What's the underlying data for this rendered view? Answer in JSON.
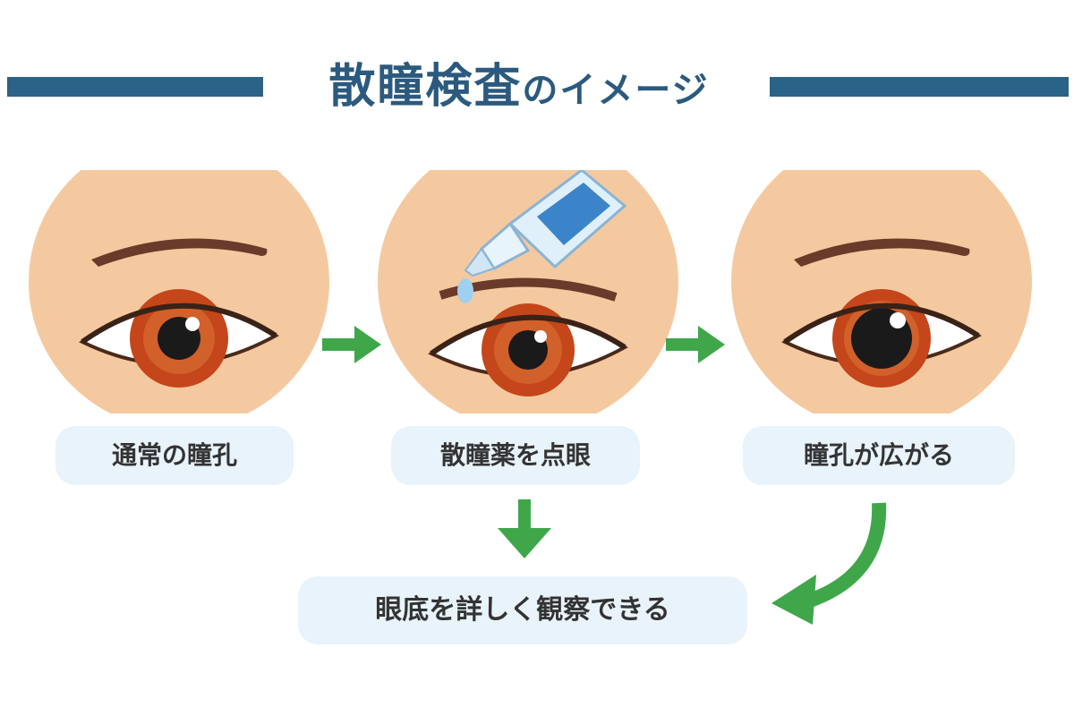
{
  "title": {
    "main": "散瞳検査",
    "suffix": "のイメージ"
  },
  "steps": [
    {
      "label": "通常の瞳孔"
    },
    {
      "label": "散瞳薬を点眼"
    },
    {
      "label": "瞳孔が広がる"
    }
  ],
  "result": {
    "label": "眼底を詳しく観察できる"
  },
  "colors": {
    "title": "#2b5a7e",
    "title_bar": "#2b6288",
    "skin": "#f5c9a0",
    "iris": "#c4461a",
    "arrow": "#3fa74a",
    "pill_bg": "#e8f3fb"
  },
  "icons": [
    "eye-normal",
    "eye-drops-bottle",
    "eye-dilated",
    "arrow-right",
    "arrow-down",
    "arrow-curved"
  ]
}
